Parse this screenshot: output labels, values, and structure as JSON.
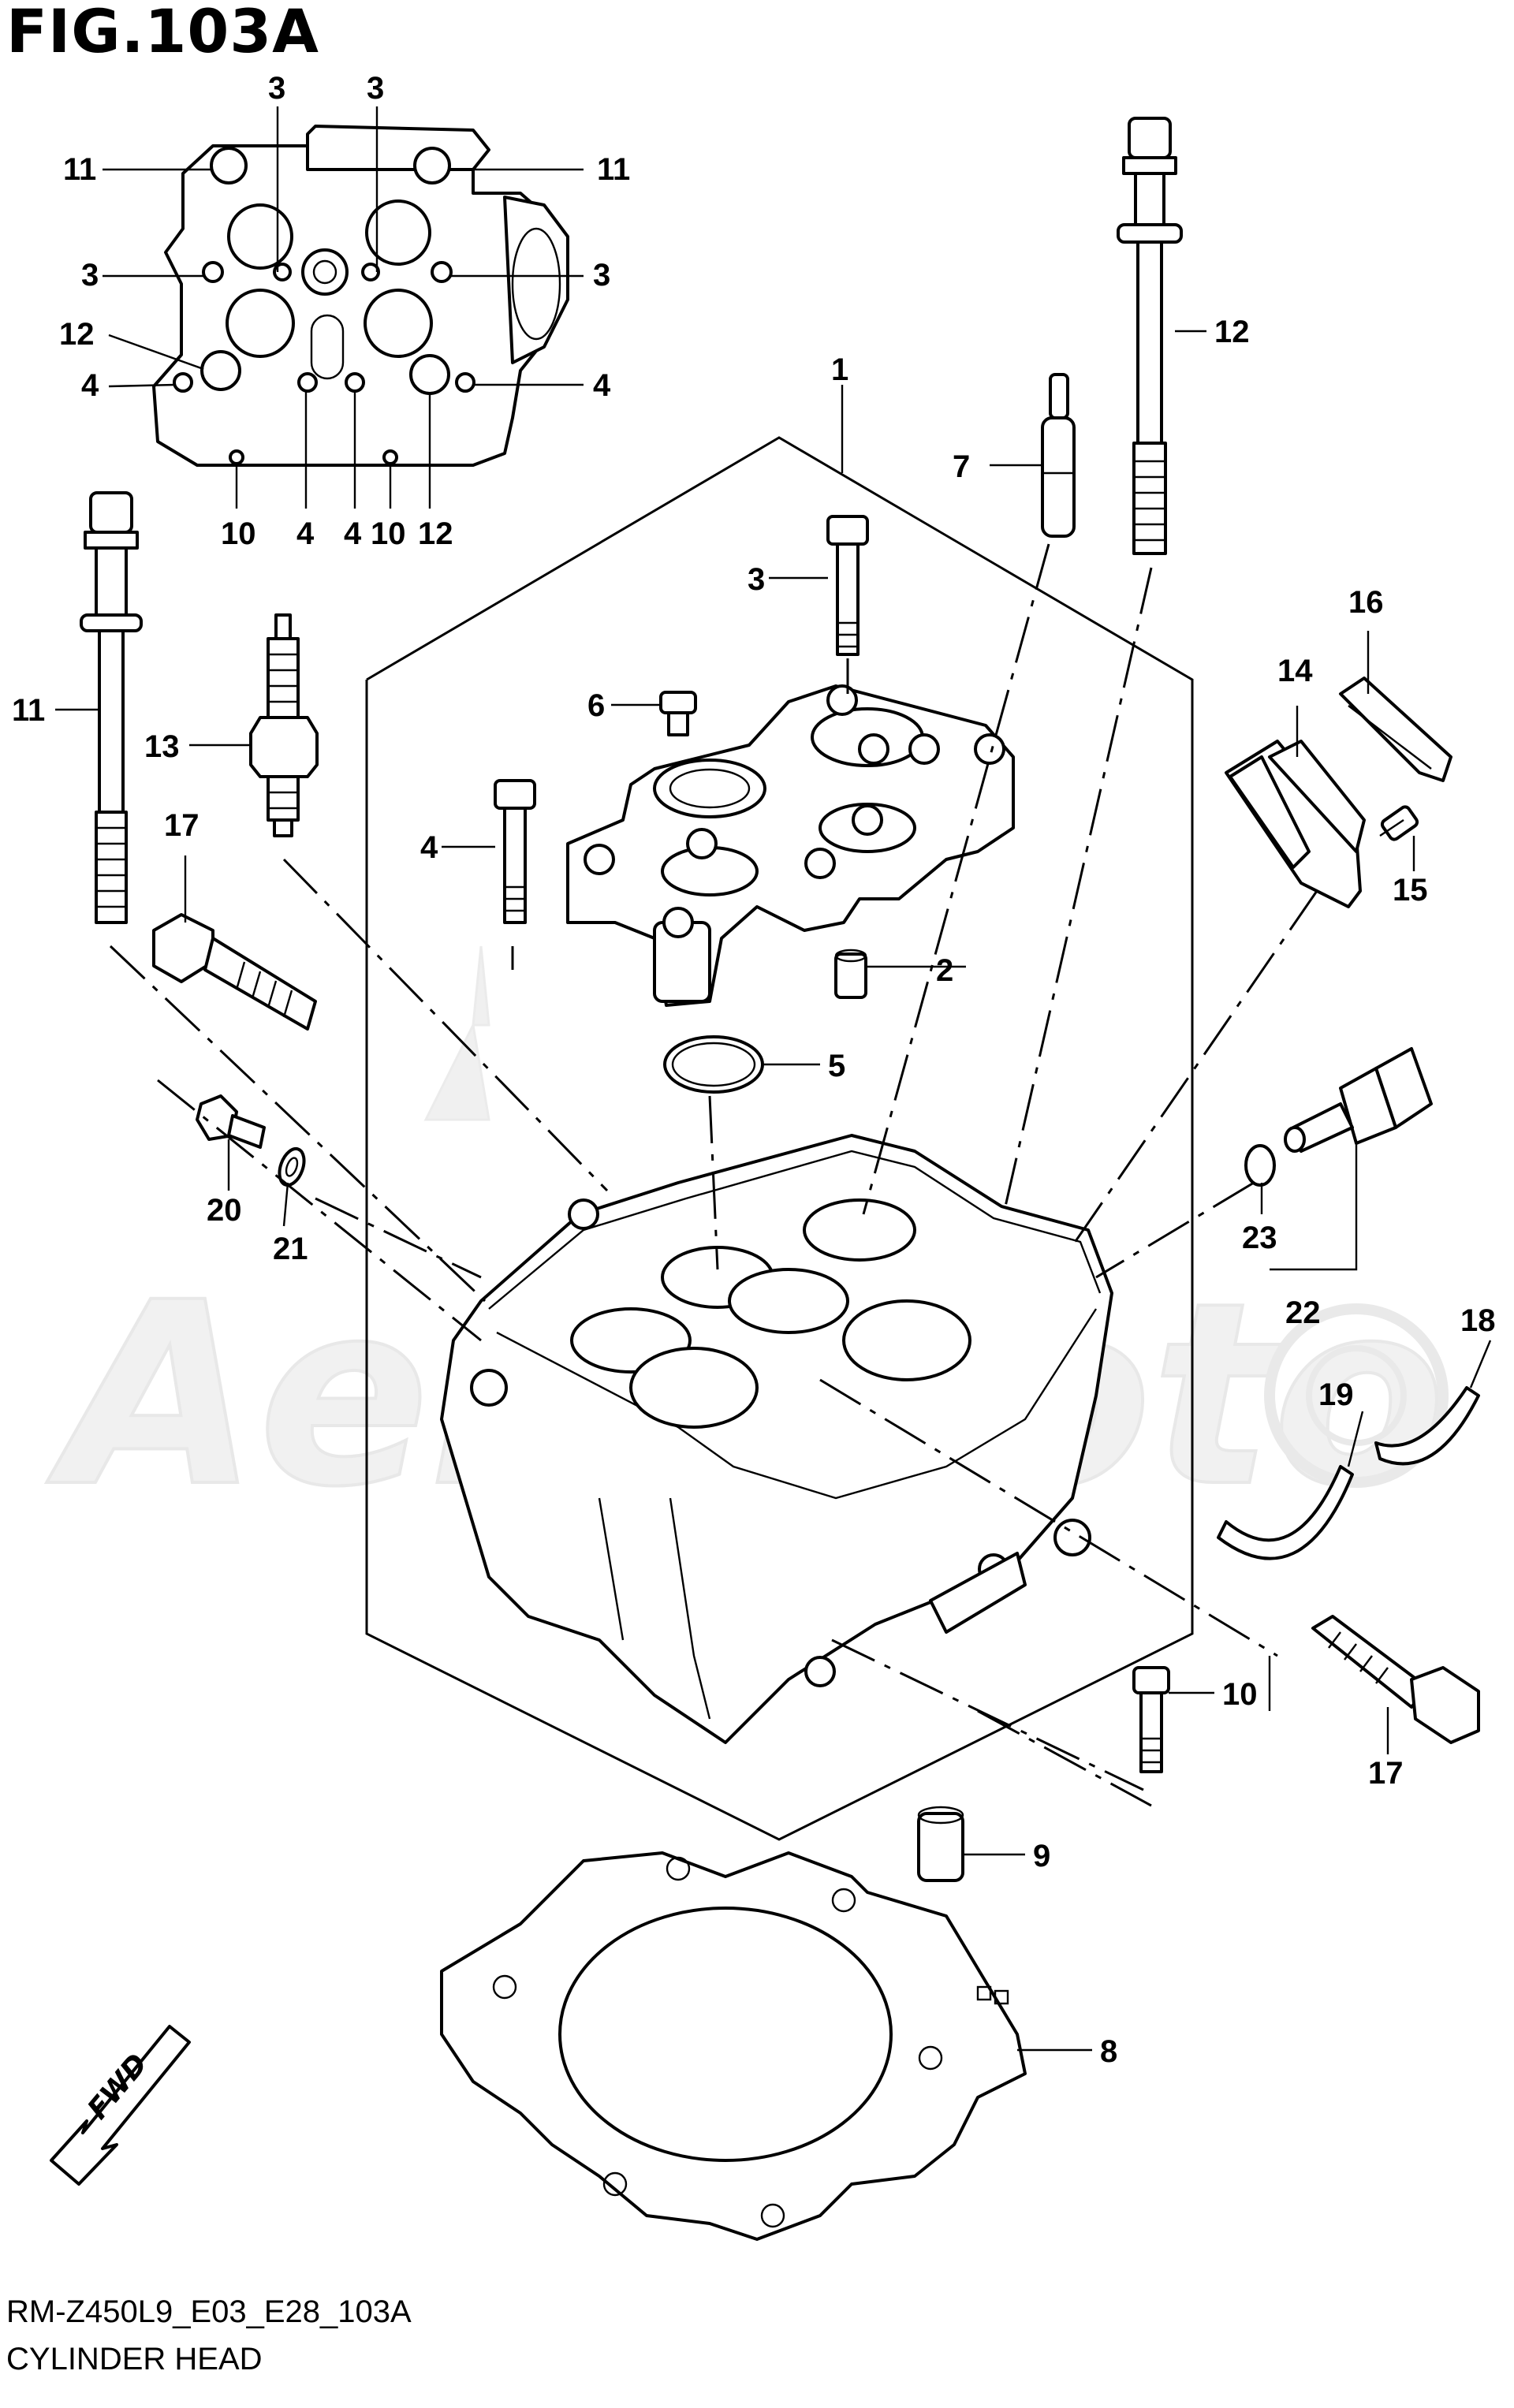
{
  "figure": {
    "title": "FIG.103A",
    "model_code": "RM-Z450L9_E03_E28_103A",
    "section_name": "CYLINDER HEAD"
  },
  "watermark": {
    "text": "AeroMoto"
  },
  "direction_marker": {
    "label": "FWD"
  },
  "callouts": {
    "c1": "1",
    "c2": "2",
    "c3": "3",
    "c4": "4",
    "c5": "5",
    "c6": "6",
    "c7": "7",
    "c8": "8",
    "c9": "9",
    "c10": "10",
    "c11": "11",
    "c12": "12",
    "c13": "13",
    "c14": "14",
    "c15": "15",
    "c16": "16",
    "c17": "17",
    "c18": "18",
    "c19": "19",
    "c20": "20",
    "c21": "21",
    "c22": "22",
    "c23": "23"
  }
}
